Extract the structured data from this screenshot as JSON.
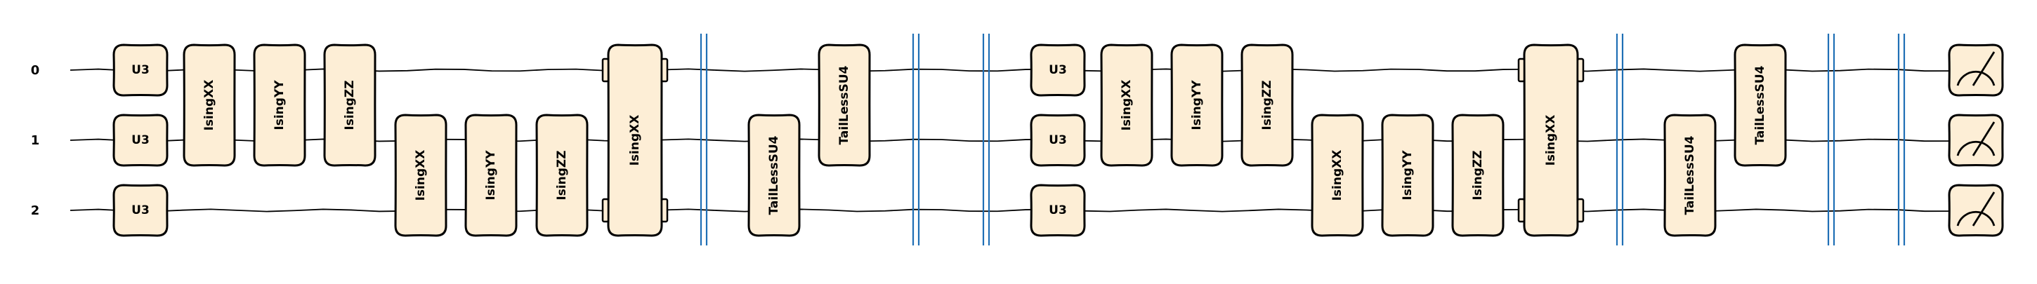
{
  "wire_labels": [
    "0",
    "1",
    "2"
  ],
  "gate_labels": {
    "u3": "U3",
    "isingxx": "IsingXX",
    "isingyy": "IsingYY",
    "isingzz": "IsingZZ",
    "tailless": "TailLessSU4"
  },
  "colors": {
    "gate_fill": "#fdeed6",
    "gate_stroke": "#000000",
    "wire": "#000000",
    "barrier": "#1f6fb5"
  },
  "icons": {
    "measure": "measurement-meter-icon"
  },
  "circuit": {
    "num_wires": 3,
    "layers": [
      {
        "type": "gate",
        "label_key": "u3",
        "wires": [
          0
        ]
      },
      {
        "type": "gate",
        "label_key": "u3",
        "wires": [
          1
        ]
      },
      {
        "type": "gate",
        "label_key": "u3",
        "wires": [
          2
        ]
      },
      {
        "type": "gate",
        "label_key": "isingxx",
        "wires": [
          0,
          1
        ]
      },
      {
        "type": "gate",
        "label_key": "isingyy",
        "wires": [
          0,
          1
        ]
      },
      {
        "type": "gate",
        "label_key": "isingzz",
        "wires": [
          0,
          1
        ]
      },
      {
        "type": "gate",
        "label_key": "isingxx",
        "wires": [
          1,
          2
        ]
      },
      {
        "type": "gate",
        "label_key": "isingyy",
        "wires": [
          1,
          2
        ]
      },
      {
        "type": "gate",
        "label_key": "isingzz",
        "wires": [
          1,
          2
        ]
      },
      {
        "type": "gate",
        "label_key": "isingxx",
        "wires": [
          0,
          2
        ]
      },
      {
        "type": "barrier"
      },
      {
        "type": "gate",
        "label_key": "tailless",
        "wires": [
          1,
          2
        ]
      },
      {
        "type": "gate",
        "label_key": "tailless",
        "wires": [
          0,
          1
        ]
      },
      {
        "type": "barrier"
      },
      {
        "type": "barrier"
      },
      {
        "type": "gate",
        "label_key": "u3",
        "wires": [
          0
        ]
      },
      {
        "type": "gate",
        "label_key": "u3",
        "wires": [
          1
        ]
      },
      {
        "type": "gate",
        "label_key": "u3",
        "wires": [
          2
        ]
      },
      {
        "type": "gate",
        "label_key": "isingxx",
        "wires": [
          0,
          1
        ]
      },
      {
        "type": "gate",
        "label_key": "isingyy",
        "wires": [
          0,
          1
        ]
      },
      {
        "type": "gate",
        "label_key": "isingzz",
        "wires": [
          0,
          1
        ]
      },
      {
        "type": "gate",
        "label_key": "isingxx",
        "wires": [
          1,
          2
        ]
      },
      {
        "type": "gate",
        "label_key": "isingyy",
        "wires": [
          1,
          2
        ]
      },
      {
        "type": "gate",
        "label_key": "isingzz",
        "wires": [
          1,
          2
        ]
      },
      {
        "type": "gate",
        "label_key": "isingxx",
        "wires": [
          0,
          2
        ]
      },
      {
        "type": "barrier"
      },
      {
        "type": "gate",
        "label_key": "tailless",
        "wires": [
          1,
          2
        ]
      },
      {
        "type": "gate",
        "label_key": "tailless",
        "wires": [
          0,
          1
        ]
      },
      {
        "type": "barrier"
      },
      {
        "type": "barrier"
      },
      {
        "type": "measure",
        "wires": [
          0,
          1,
          2
        ]
      }
    ]
  }
}
